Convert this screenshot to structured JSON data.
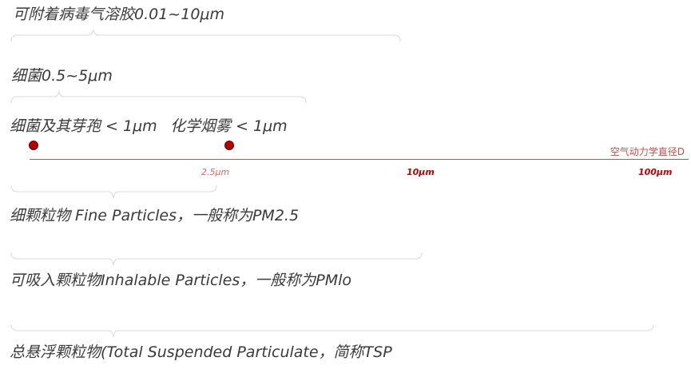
{
  "labels": {
    "virus_aerosol": "可附着病毒气溶胶0.01~10μm",
    "bacteria": "细菌0.5~5μm",
    "bacteria_spores": "细菌及其芽孢 < 1μm",
    "chemical_smoke": "化学烟雾 < 1μm",
    "pm25": "细颗粒物 Fine Particles，一般称为PM2.5",
    "pm10": "可吸入颗粒物Inhalable Particles，一般称为PMlo",
    "tsp": "总悬浮颗粒物(Total Suspended Particulate，简称TSP"
  },
  "axis": {
    "title": "空气动力学直径D",
    "ticks": [
      "2.5μm",
      "10μm",
      "100μm"
    ],
    "tick_colors": [
      "#e06666",
      "#c00000",
      "#c00000"
    ],
    "line_color": "#c0504d"
  }
}
